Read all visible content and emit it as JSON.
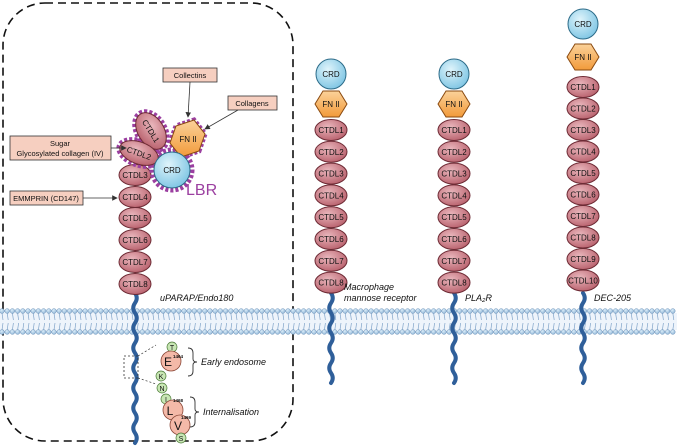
{
  "boxes": {
    "collectins": "Collectins",
    "collagens": "Collagens",
    "sugar_line1": "Sugar",
    "sugar_line2": "Glycosylated collagen (IV)",
    "emmprin": "EMMPRIN (CD147)"
  },
  "lbr_label": "LBR",
  "domains": {
    "crd": "CRD",
    "fn2": "FN II",
    "ctdl": [
      "CTDL1",
      "CTDL2",
      "CTDL3",
      "CTDL4",
      "CTDL5",
      "CTDL6",
      "CTDL7",
      "CTDL8",
      "CTDL9",
      "CTDL10"
    ]
  },
  "receptor_names": {
    "uparap": "uPARAP/Endo180",
    "mmr_line1": "Macrophage",
    "mmr_line2": "mannose receptor",
    "pla2r": "PLA₂R",
    "dec205": "DEC-205"
  },
  "motif": {
    "residues": [
      "T",
      "E",
      "K",
      "N",
      "I",
      "L",
      "V",
      "S"
    ],
    "pos_1464": "1464",
    "pos_1468": "1468",
    "pos_1469": "1469"
  },
  "labels": {
    "early_endosome": "Early endosome",
    "internalisation": "Internalisation"
  },
  "colors": {
    "ctdl_fill": "#c9808a",
    "crd_fill": "#a8dcf0",
    "fn2_fill": "#f7b66a",
    "lbr_purple": "#9b3fa0",
    "box_fill": "#f6cfc0",
    "membrane_blue": "#2f5f9a",
    "motif_green": "#c8e6b4",
    "motif_pink": "#f4b9a8"
  }
}
